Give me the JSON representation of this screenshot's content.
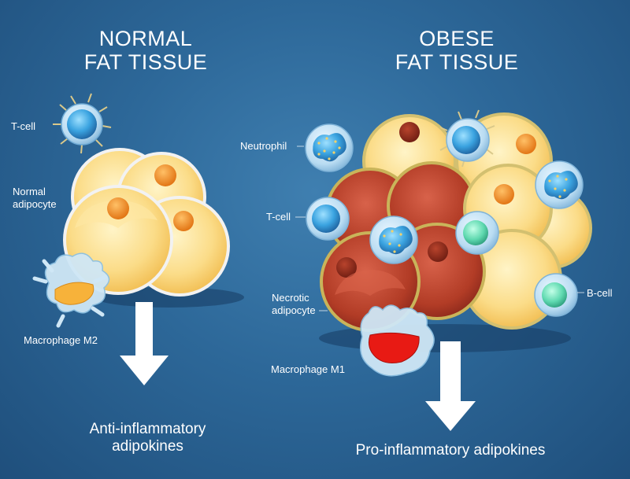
{
  "normal": {
    "title_line1": "NORMAL",
    "title_line2": "FAT TISSUE",
    "labels": {
      "t_cell": "T-cell",
      "adipocyte_line1": "Normal",
      "adipocyte_line2": "adipocyte",
      "macrophage": "Macrophage M2"
    },
    "output_line1": "Anti-inflammatory",
    "output_line2": "adipokines"
  },
  "obese": {
    "title_line1": "OBESE",
    "title_line2": "FAT TISSUE",
    "labels": {
      "neutrophil": "Neutrophil",
      "t_cell": "T-cell",
      "necrotic_line1": "Necrotic",
      "necrotic_line2": "adipocyte",
      "macrophage": "Macrophage M1",
      "b_cell": "B-cell"
    },
    "output": "Pro-inflammatory adipokines"
  },
  "colors": {
    "background": "#2d6899",
    "healthy_adipocyte": "#fbdc88",
    "necrotic_adipocyte": "#b8432c",
    "nucleus": "#f08a1c",
    "macrophage_m1_cytoplasm": "#e81a14",
    "macrophage_m2_cytoplasm": "#f7b23a",
    "lymphocyte_nucleus": "#3aa3e0",
    "b_cell_nucleus": "#5fd9b0"
  }
}
